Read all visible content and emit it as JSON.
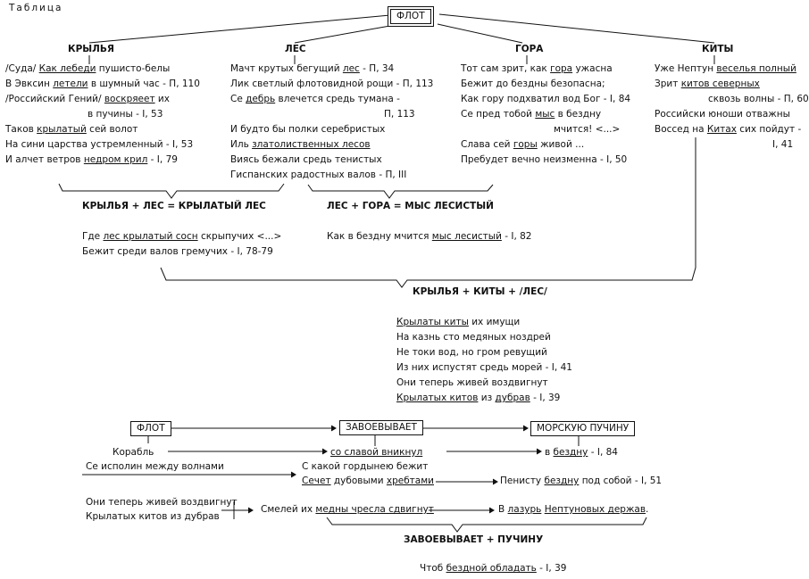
{
  "title": "Таблица",
  "root": "ФЛОТ",
  "headers": {
    "krylya": "КРЫЛЬЯ",
    "les": "ЛЕС",
    "gora": "ГОРА",
    "kity": "КИТЫ"
  },
  "krylya": [
    [
      {
        "t": "/Суда/ "
      },
      {
        "t": "Как лебеди",
        "u": 1
      },
      {
        "t": " пушисто-белы"
      }
    ],
    [
      {
        "t": "В Эвксин "
      },
      {
        "t": "летели",
        "u": 1
      },
      {
        "t": " в шумный час - П, 110"
      }
    ],
    [
      {
        "t": "/Российский Гений/ "
      },
      {
        "t": "воскряеет",
        "u": 1
      },
      {
        "t": " их"
      }
    ],
    [
      {
        "t": "в пучины - I, 53"
      }
    ],
    [
      {
        "t": "Таков "
      },
      {
        "t": "крылатый",
        "u": 1
      },
      {
        "t": " сей волот"
      }
    ],
    [
      {
        "t": "На сини царства устремленный - I, 53"
      }
    ],
    [
      {
        "t": "И алчет ветров "
      },
      {
        "t": "недром крил",
        "u": 1
      },
      {
        "t": " - I, 79"
      }
    ]
  ],
  "les": [
    [
      {
        "t": "Мачт крутых бегущий "
      },
      {
        "t": "лес",
        "u": 1
      },
      {
        "t": " - П, 34"
      }
    ],
    [
      {
        "t": "Лик светлый флотовидной рощи - П, 113"
      }
    ],
    [
      {
        "t": "Се "
      },
      {
        "t": "дебрь",
        "u": 1
      },
      {
        "t": " влечется средь тумана -"
      }
    ],
    [
      {
        "t": "П, 113"
      }
    ],
    [
      {
        "t": "И будто бы полки серебристых"
      }
    ],
    [
      {
        "t": "Иль "
      },
      {
        "t": "златолиственных лесов",
        "u": 1
      }
    ],
    [
      {
        "t": "Виясь бежали средь тенистых"
      }
    ],
    [
      {
        "t": "Гиспанских радостных валов - П, III"
      }
    ]
  ],
  "gora": [
    [
      {
        "t": "Тот сам зрит, как "
      },
      {
        "t": "гора",
        "u": 1
      },
      {
        "t": " ужасна"
      }
    ],
    [
      {
        "t": "Бежит до бездны безопасна;"
      }
    ],
    [
      {
        "t": "Как гору подхватил вод Бог - I, 84"
      }
    ],
    [
      {
        "t": "Се пред тобой "
      },
      {
        "t": "мыс",
        "u": 1
      },
      {
        "t": " в бездну"
      }
    ],
    [
      {
        "t": "мчится! <...>"
      }
    ],
    [
      {
        "t": "Слава сей "
      },
      {
        "t": "горы",
        "u": 1
      },
      {
        "t": " живой ..."
      }
    ],
    [
      {
        "t": "Пребудет вечно неизменна - I, 50"
      }
    ]
  ],
  "kity": [
    [
      {
        "t": "Уже Нептун "
      },
      {
        "t": "веселья полный",
        "u": 1
      }
    ],
    [
      {
        "t": "Зрит "
      },
      {
        "t": "китов северных",
        "u": 1
      }
    ],
    [
      {
        "t": "сквозь волны - П, 60"
      }
    ],
    [
      {
        "t": "Российски юноши отважны"
      }
    ],
    [
      {
        "t": "Воссед на "
      },
      {
        "t": "Китах",
        "u": 1
      },
      {
        "t": " сих пойдут -"
      }
    ],
    [
      {
        "t": "I, 41"
      }
    ]
  ],
  "eq1": "КРЫЛЬЯ + ЛЕС = КРЫЛАТЫЙ ЛЕС",
  "eq2": "ЛЕС + ГОРА = МЫС ЛЕСИСТЫЙ",
  "eq1_lines": [
    [
      {
        "t": "Где "
      },
      {
        "t": "лес крылатый сосн",
        "u": 1
      },
      {
        "t": " скрыпучих <...>"
      }
    ],
    [
      {
        "t": "Бежит среди валов гремучих - I, 78-79"
      }
    ]
  ],
  "eq2_lines": [
    [
      {
        "t": "Как в бездну мчится "
      },
      {
        "t": "мыс лесистый",
        "u": 1
      },
      {
        "t": " - I, 82"
      }
    ]
  ],
  "eq3": "КРЫЛЬЯ + КИТЫ + /ЛЕС/",
  "eq3_lines": [
    [
      {
        "t": "Крылаты киты",
        "u": 1
      },
      {
        "t": " их имущи"
      }
    ],
    [
      {
        "t": "На казнь сто медяных ноздрей"
      }
    ],
    [
      {
        "t": "Не токи вод, но гром ревущий"
      }
    ],
    [
      {
        "t": "Из них испустят средь морей - I, 41"
      }
    ],
    [
      {
        "t": "Они теперь живей воздвигнут"
      }
    ],
    [
      {
        "t": "Крылатых китов",
        "u": 1
      },
      {
        "t": " из "
      },
      {
        "t": "дубрав",
        "u": 1
      },
      {
        "t": " - I, 39"
      }
    ]
  ],
  "flow": {
    "a": "ФЛОТ",
    "b": "ЗАВОЕВЫВАЕТ",
    "c": "МОРСКУЮ ПУЧИНУ"
  },
  "flow_text": {
    "korabl": "Корабль",
    "vniknul": [
      {
        "t": "со славой вникнул",
        "u": 1
      }
    ],
    "bezdnu": [
      {
        "t": "в "
      },
      {
        "t": "бездну",
        "u": 1
      },
      {
        "t": " - I, 84"
      }
    ],
    "ispolin": "Се исполин между волнами",
    "gordyneyu": "С какой гордынею бежит",
    "sechet": [
      {
        "t": "Сечет",
        "u": 1
      },
      {
        "t": " дубовыми "
      },
      {
        "t": "хребтами",
        "u": 1
      }
    ],
    "penistu": [
      {
        "t": "Пенисту "
      },
      {
        "t": "бездну",
        "u": 1
      },
      {
        "t": " под собой - I, 51"
      }
    ],
    "oni1": "Они теперь живей воздвигнут",
    "oni2": "Крылатых китов из дубрав",
    "smelei": [
      {
        "t": "Смелей их "
      },
      {
        "t": "медны чресла сдвигнут",
        "u": 1
      }
    ],
    "lazur": [
      {
        "t": "В "
      },
      {
        "t": "лазурь",
        "u": 1
      },
      {
        "t": " "
      },
      {
        "t": "Нептуновых держав",
        "u": 1
      },
      {
        "t": "."
      }
    ]
  },
  "eq4": "ЗАВОЕВЫВАЕТ + ПУЧИНУ",
  "final": [
    {
      "t": "Чтоб "
    },
    {
      "t": "бездной обладать",
      "u": 1
    },
    {
      "t": " - I, 39"
    }
  ]
}
